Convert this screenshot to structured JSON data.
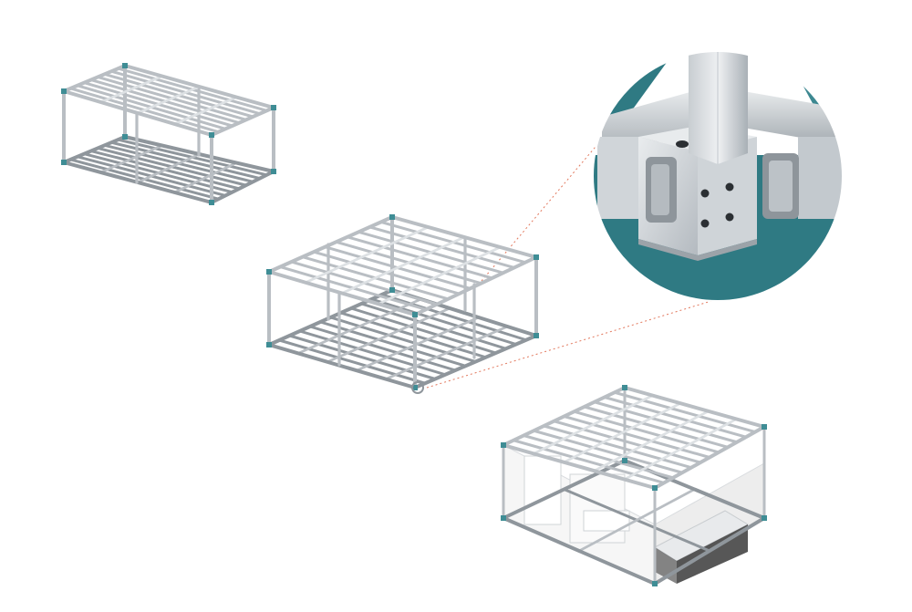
{
  "colors": {
    "background": "#ffffff",
    "frame_steel": "#b9bec3",
    "frame_steel_dark": "#8f969c",
    "frame_steel_light": "#dde1e4",
    "corner_fitting": "#3f8d95",
    "teal_backdrop": "#2f7a83",
    "detail_steel": "#d4d8dc",
    "detail_shadow": "#9aa1a7",
    "leader_line": "#e2785d",
    "module_wall": "#f6f6f6",
    "module_glass": "#3a3a3a"
  },
  "illustration": {
    "panels": [
      {
        "id": "frame-stage-1",
        "description_name": "empty-steel-frame"
      },
      {
        "id": "frame-stage-2",
        "description_name": "twin-frame-assembly"
      },
      {
        "id": "frame-stage-3",
        "description_name": "finished-module-interior"
      }
    ],
    "detail": {
      "id": "corner-joint-detail"
    }
  }
}
